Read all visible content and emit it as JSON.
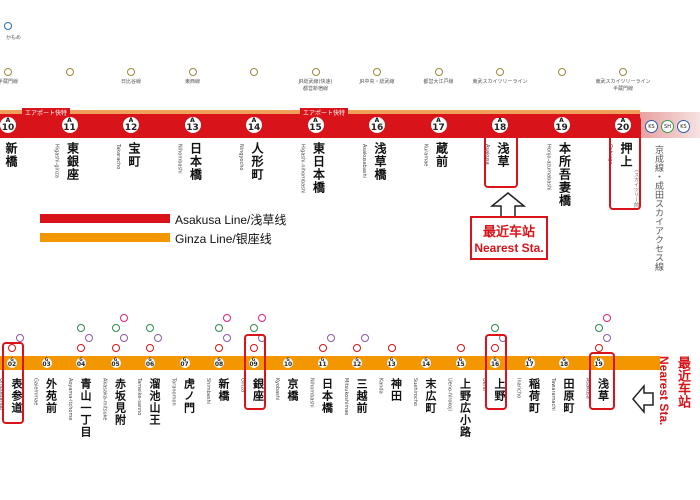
{
  "legend": {
    "asakusa_label": "Asakusa Line/浅草线",
    "ginza_label": "Ginza Line/银座线",
    "asakusa_color": "#d8141a",
    "ginza_color": "#f39700"
  },
  "callouts": {
    "top": {
      "line1": "最近车站",
      "line2": "Nearest Sta."
    },
    "bottom": {
      "line1": "最近车站",
      "line2": "Nearest Sta."
    }
  },
  "asakusa_line": {
    "letter": "A",
    "banner": "エアポート快特",
    "stations": [
      {
        "num": "10",
        "name": "新橋",
        "rom": "Shimbashi"
      },
      {
        "num": "11",
        "name": "東銀座",
        "rom": "Higashi-ginza"
      },
      {
        "num": "12",
        "name": "宝町",
        "rom": "Takaracho"
      },
      {
        "num": "13",
        "name": "日本橋",
        "rom": "Nihombashi"
      },
      {
        "num": "14",
        "name": "人形町",
        "rom": "Ningyocho"
      },
      {
        "num": "15",
        "name": "東日本橋",
        "rom": "Higashi-nihombashi"
      },
      {
        "num": "16",
        "name": "浅草橋",
        "rom": "Asakusabashi"
      },
      {
        "num": "17",
        "name": "蔵前",
        "rom": "Kuramae"
      },
      {
        "num": "18",
        "name": "浅草",
        "rom": "Asakusa"
      },
      {
        "num": "19",
        "name": "本所吾妻橋",
        "rom": "Honjo-azumabashi"
      },
      {
        "num": "20",
        "name": "押上",
        "rom": "Oshiage",
        "sub": "(スカイツリー前)"
      }
    ],
    "transfers": [
      {
        "text": "半蔵門線",
        "col": 0
      },
      {
        "text": "日比谷線",
        "col": 2
      },
      {
        "text": "東西線",
        "col": 3
      },
      {
        "text": "JR総武線(快速)",
        "col": 5
      },
      {
        "text": "都営新宿線",
        "col": 5
      },
      {
        "text": "JR中央・総武線",
        "col": 6
      },
      {
        "text": "都営大江戸線",
        "col": 7
      },
      {
        "text": "東武スカイツリーライン",
        "col": 8
      },
      {
        "text": "東武スカイツリーライン",
        "col": 10
      },
      {
        "text": "半蔵門線",
        "col": 10
      }
    ],
    "continuation": "京成線・成田スカイアクセス線",
    "badges_end": [
      "KS",
      "SH",
      "KS"
    ]
  },
  "ginza_line": {
    "letter": "G",
    "stations": [
      {
        "num": "02",
        "name": "表参道",
        "rom": "Omotesando"
      },
      {
        "num": "03",
        "name": "外苑前",
        "rom": "Gaiemmae"
      },
      {
        "num": "04",
        "name": "青山一丁目",
        "rom": "Aoyama-itchome"
      },
      {
        "num": "05",
        "name": "赤坂見附",
        "rom": "Akasaka-mitsuke"
      },
      {
        "num": "06",
        "name": "溜池山王",
        "rom": "Tameike-sanno"
      },
      {
        "num": "07",
        "name": "虎ノ門",
        "rom": "Toranomon"
      },
      {
        "num": "08",
        "name": "新橋",
        "rom": "Shimbashi"
      },
      {
        "num": "09",
        "name": "銀座",
        "rom": "Ginza"
      },
      {
        "num": "10",
        "name": "京橋",
        "rom": "Kyobashi"
      },
      {
        "num": "11",
        "name": "日本橋",
        "rom": "Nihombashi"
      },
      {
        "num": "12",
        "name": "三越前",
        "rom": "Mitsukoshimae"
      },
      {
        "num": "13",
        "name": "神田",
        "rom": "Kanda"
      },
      {
        "num": "14",
        "name": "末広町",
        "rom": "Suehirocho"
      },
      {
        "num": "15",
        "name": "上野広小路",
        "rom": "Ueno-hirokoji"
      },
      {
        "num": "16",
        "name": "上野",
        "rom": "Ueno"
      },
      {
        "num": "17",
        "name": "稲荷町",
        "rom": "Inaricho"
      },
      {
        "num": "18",
        "name": "田原町",
        "rom": "Tawaramachi"
      },
      {
        "num": "19",
        "name": "浅草",
        "rom": "Asakusa"
      }
    ]
  },
  "top_left_transfer": "かもめ"
}
